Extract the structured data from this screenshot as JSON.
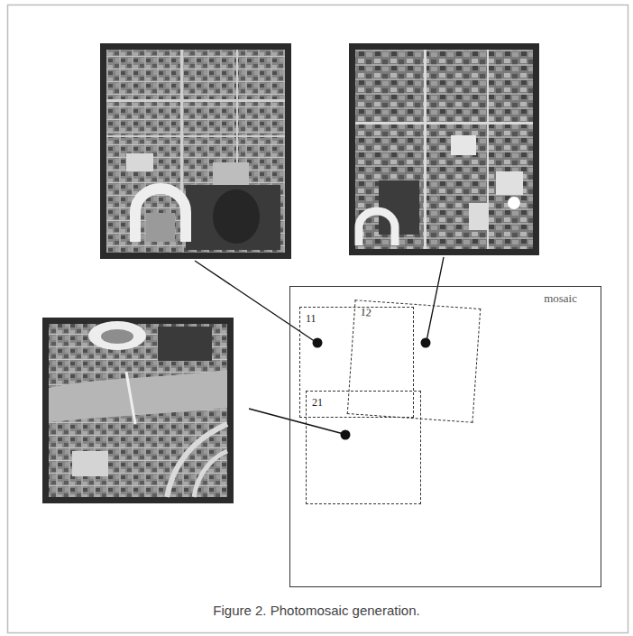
{
  "diagram": {
    "caption": "Figure 2. Photomosaic generation.",
    "nodes": [
      {
        "text": [
          "mosaic"
        ]
      },
      {
        "text": [
          "11"
        ],
        "in": 0
      },
      {
        "text": [
          "12"
        ],
        "in": 0
      },
      {
        "text": [
          "21"
        ],
        "in": 0
      }
    ]
  }
}
